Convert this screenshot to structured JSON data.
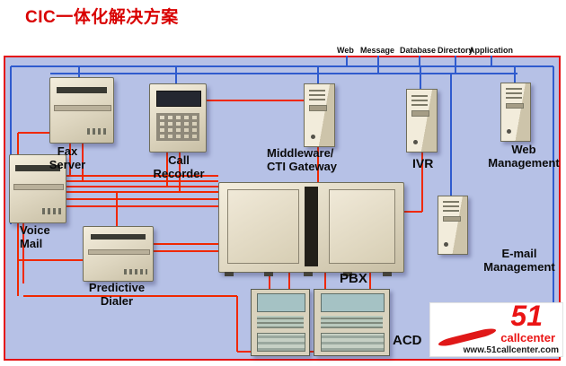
{
  "header": {
    "title": "CIC一体化解决方案"
  },
  "top_labels": {
    "items": [
      "Web",
      "Message",
      "Database",
      "Directory",
      "Application"
    ]
  },
  "devices": {
    "fax_server": {
      "label": "Fax\nServer"
    },
    "call_recorder": {
      "label": "Call\nRecorder"
    },
    "voice_mail": {
      "label": "Voice\nMail"
    },
    "predictive_dialer": {
      "label": "Predictive\nDialer"
    },
    "middleware": {
      "label": "Middleware/\nCTI Gateway"
    },
    "ivr": {
      "label": "IVR"
    },
    "web_management": {
      "label": "Web\nManagement"
    },
    "email_management": {
      "label": "E-mail\nManagement"
    },
    "pbx": {
      "label": "PBX"
    },
    "acd": {
      "label": "ACD"
    }
  },
  "logo": {
    "number": "51",
    "name": "callcenter",
    "url": "www.51callcenter.com"
  },
  "colors": {
    "diagram_background": "#b6c1e6",
    "diagram_border": "#e41212",
    "red_line": "#f02800",
    "blue_line": "#2f5bce",
    "title_red": "#d90000"
  }
}
